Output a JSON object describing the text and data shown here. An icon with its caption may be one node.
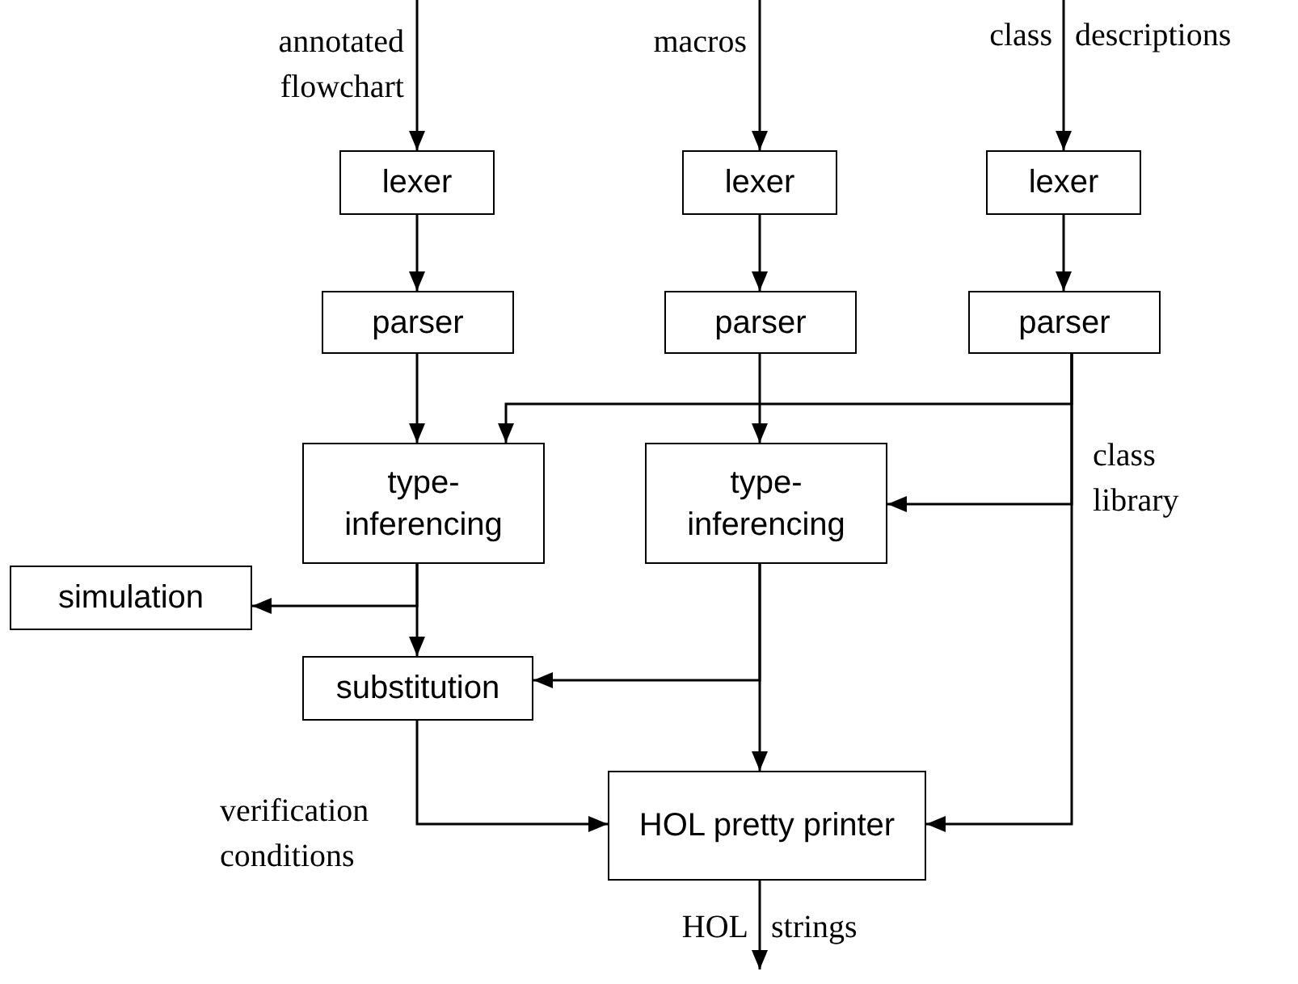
{
  "diagram": {
    "nodes": [
      {
        "text": [
          "lexer"
        ]
      },
      {
        "text": [
          "lexer"
        ]
      },
      {
        "text": [
          "lexer"
        ]
      },
      {
        "text": [
          "parser"
        ]
      },
      {
        "text": [
          "parser"
        ]
      },
      {
        "text": [
          "parser"
        ]
      },
      {
        "text": [
          "type-inferencing"
        ]
      },
      {
        "text": [
          "type-inferencing"
        ]
      },
      {
        "text": [
          "simulation"
        ]
      },
      {
        "text": [
          "substitution"
        ]
      },
      {
        "text": [
          "HOL pretty printer"
        ]
      }
    ],
    "edges": [
      {
        "from": null,
        "to": 0,
        "arrow": "to",
        "label": "annotated flowchart"
      },
      {
        "from": null,
        "to": 1,
        "arrow": "to",
        "label": "macros"
      },
      {
        "from": null,
        "to": 2,
        "arrow": "to",
        "label": "class descriptions"
      },
      {
        "from": 0,
        "to": 3,
        "arrow": "to"
      },
      {
        "from": 1,
        "to": 4,
        "arrow": "to"
      },
      {
        "from": 2,
        "to": 5,
        "arrow": "to"
      },
      {
        "from": 3,
        "to": 6,
        "arrow": "to"
      },
      {
        "from": 4,
        "to": 7,
        "arrow": "to"
      },
      {
        "from": 5,
        "to": 6,
        "arrow": "to"
      },
      {
        "from": 5,
        "to": 7,
        "arrow": "to",
        "label": "class library"
      },
      {
        "from": 5,
        "to": 10,
        "arrow": "to"
      },
      {
        "from": 6,
        "to": 8,
        "arrow": "to"
      },
      {
        "from": 6,
        "to": 9,
        "arrow": "to"
      },
      {
        "from": 7,
        "to": 9,
        "arrow": "to"
      },
      {
        "from": 7,
        "to": 10,
        "arrow": "to"
      },
      {
        "from": 9,
        "to": 10,
        "arrow": "to",
        "label": "verification conditions"
      },
      {
        "from": 10,
        "to": null,
        "arrow": "to",
        "label": "HOL strings"
      }
    ]
  }
}
